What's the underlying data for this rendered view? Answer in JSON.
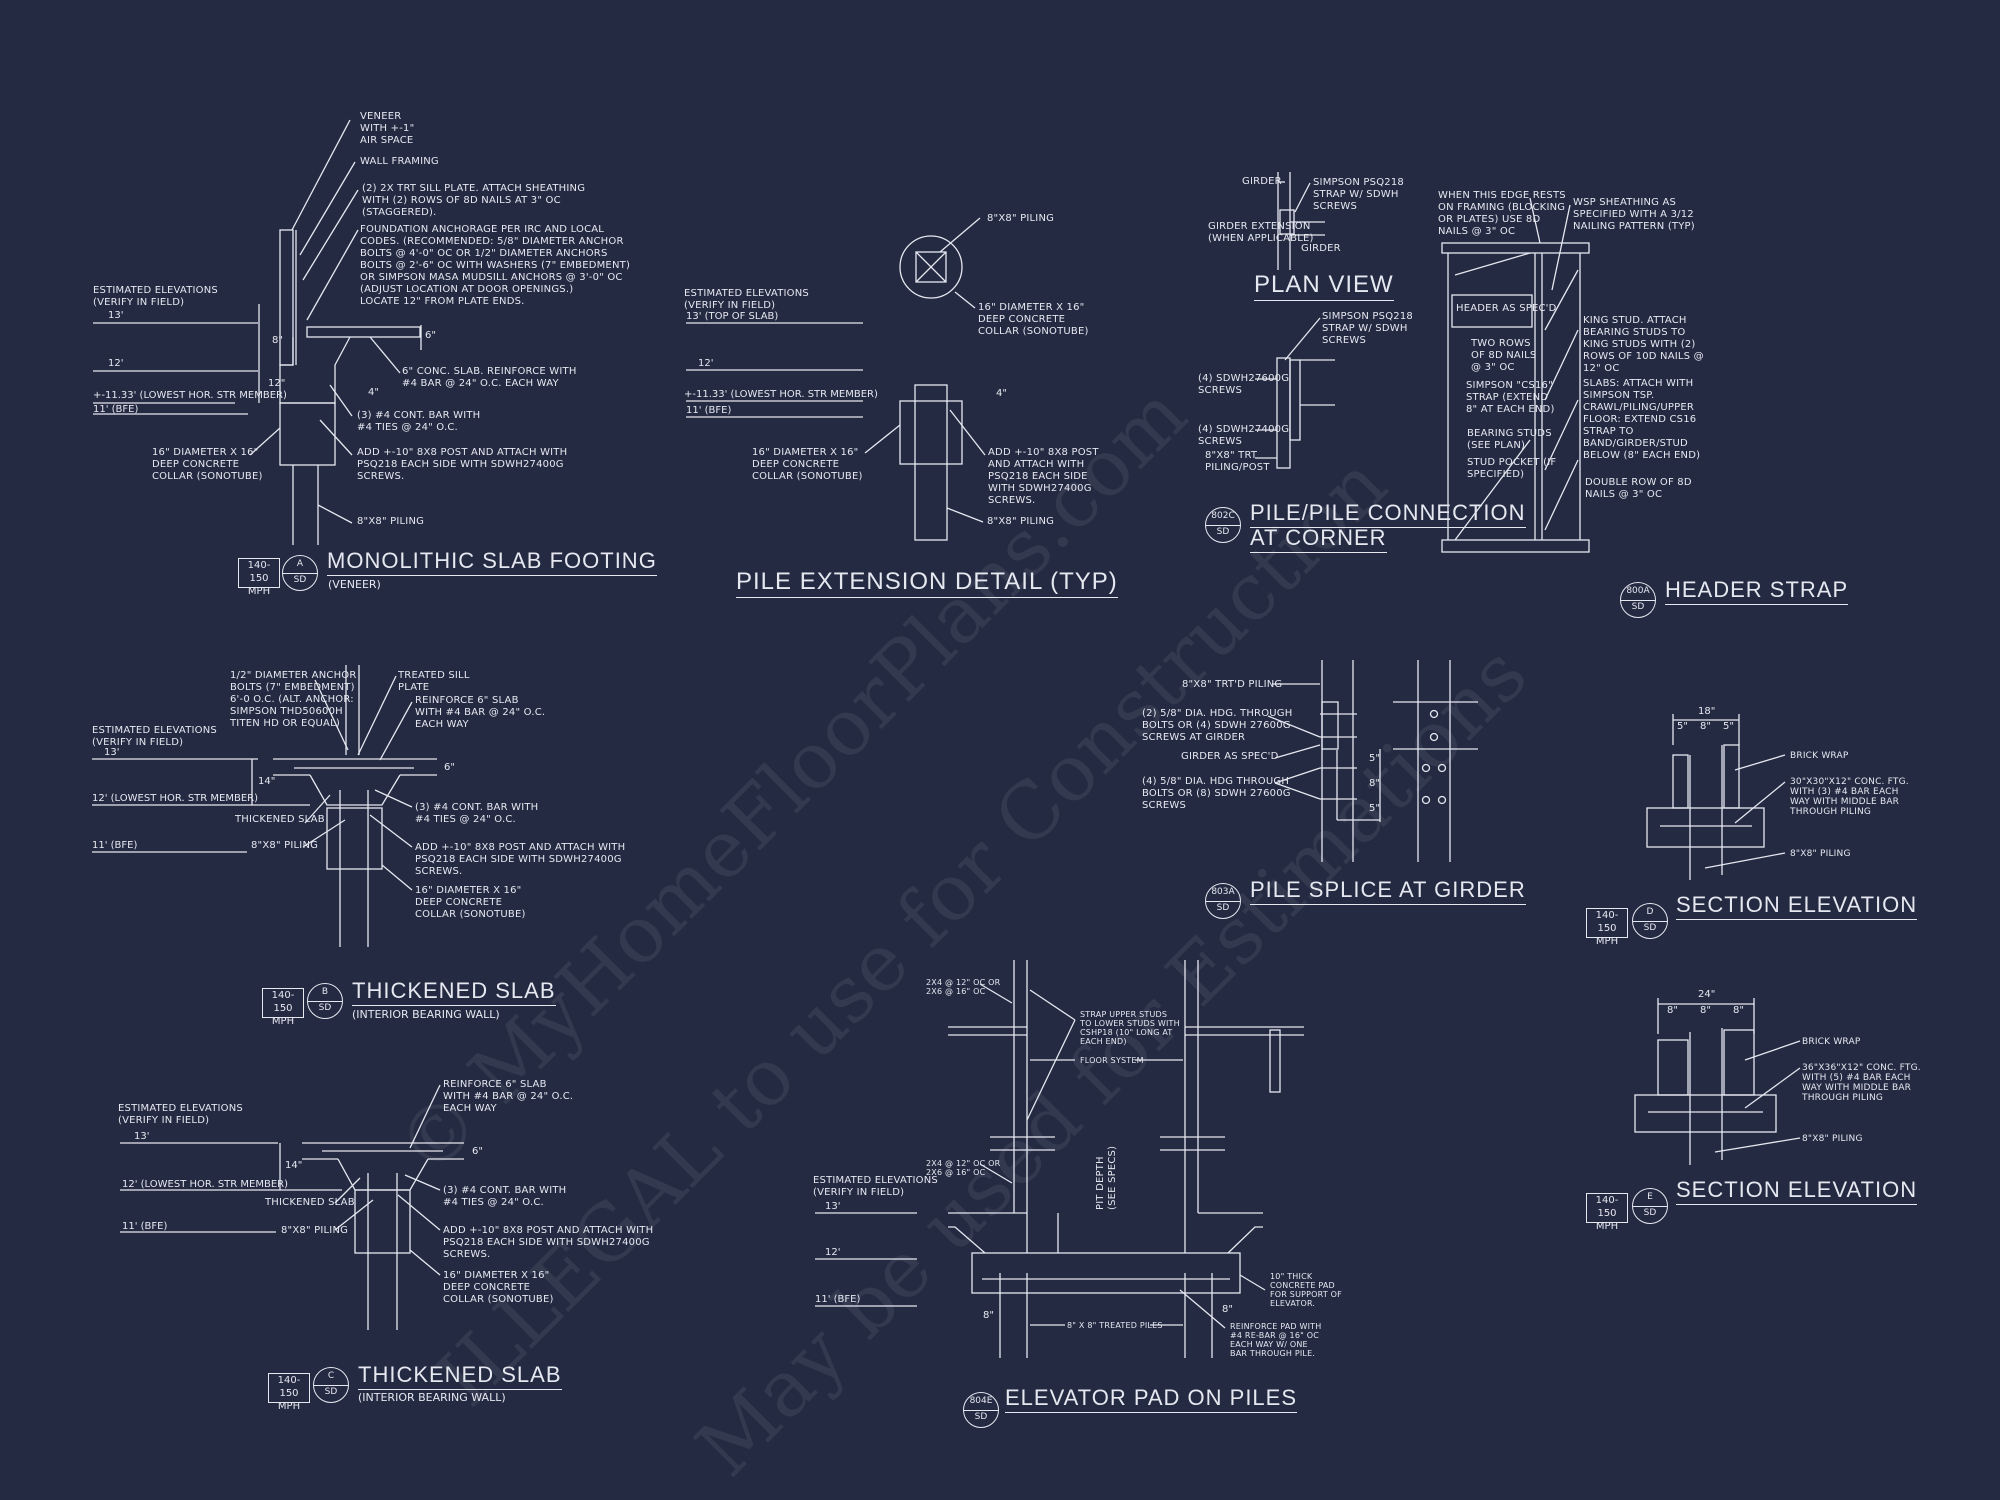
{
  "watermark": [
    "© MyHomeFloorPlans.com",
    "ILLEGAL to use for Construction",
    "May be used for Estimations"
  ],
  "colors": {
    "background": "#242a42",
    "linework": "#e6e8f0"
  },
  "elev_heading": "ESTIMATED ELEVATIONS\n(VERIFY IN FIELD)",
  "detail_a": {
    "title": "MONOLITHIC SLAB FOOTING",
    "subtitle": "(VENEER)",
    "mph": "140-150\nMPH",
    "tag": "A",
    "sheet": "SD",
    "elevations": [
      "13'",
      "12'",
      "+-11.33' (LOWEST HOR. STR MEMBER)",
      "11' (BFE)"
    ],
    "dims": [
      "8\"",
      "12\"",
      "6\"",
      "4\""
    ],
    "labels": {
      "veneer": "VENEER\nWITH +-1\"\nAIR SPACE",
      "wall_framing": "WALL FRAMING",
      "sill_plate": "(2) 2X TRT SILL PLATE. ATTACH SHEATHING\nWITH (2) ROWS OF 8d NAILS AT 3\" OC\n(STAGGERED).",
      "anchorage": "FOUNDATION ANCHORAGE PER IRC AND LOCAL\nCODES. (RECOMMENDED: 5/8\" DIAMETER ANCHOR\nBOLTS @ 4'-0\" OC OR 1/2\" DIAMETER ANCHORS\nBOLTS @ 2'-6\" OC WITH WASHERS (7\" EMBEDMENT)\nOR SIMPSON MASA MUDSILL ANCHORS @ 3'-0\" OC\n(ADJUST LOCATION AT DOOR OPENINGS.)\nLOCATE 12\" FROM PLATE ENDS.",
      "slab": "6\" CONC. SLAB. REINFORCE WITH\n#4 BAR @ 24\" O.C. EACH WAY",
      "cont_bar": "(3) #4 CONT. BAR WITH\n#4 TIES @ 24\" O.C.",
      "post": "ADD +-10\" 8X8 POST AND ATTACH WITH\nPSQ218 EACH SIDE WITH SDWH27400G\nSCREWS.",
      "collar": "16\" DIAMETER x 16\"\nDEEP CONCRETE\nCOLLAR (SONOTUBE)",
      "piling": "8\"x8\" PILING"
    }
  },
  "pile_extension": {
    "title": "PILE EXTENSION DETAIL (TYP)",
    "elevations": [
      "13' (TOP OF SLAB)",
      "12'",
      "+-11.33' (LOWEST HOR. STR MEMBER)",
      "11' (BFE)"
    ],
    "dim": "4\"",
    "labels": {
      "plan_piling": "8\"x8\" PILING",
      "plan_collar": "16\" DIAMETER x 16\"\nDEEP CONCRETE\nCOLLAR (SONOTUBE)",
      "collar": "16\" DIAMETER x 16\"\nDEEP CONCRETE\nCOLLAR (SONOTUBE)",
      "post": "ADD +-10\" 8X8 POST\nAND ATTACH WITH\nPSQ218 EACH SIDE\nWITH SDWH27400G\nSCREWS.",
      "piling": "8\"x8\" PILING"
    }
  },
  "plan_view": {
    "title": "PLAN VIEW",
    "labels": {
      "girder": "GIRDER",
      "strap": "SIMPSON PSQ218\nSTRAP W/ SDWH\nSCREWS",
      "extension": "GIRDER EXTENSION\n(WHEN APPLICABLE)",
      "girder2": "GIRDER"
    }
  },
  "pile_connection": {
    "title_line1": "PILE/PILE CONNECTION",
    "title_line2": "AT CORNER",
    "tag": "802C",
    "sheet": "SD",
    "labels": {
      "strap": "SIMPSON PSQ218\nSTRAP W/ SDWH\nSCREWS",
      "screws1": "(4) SDWH27600G\nSCREWS",
      "screws2": "(4) SDWH27400G\nSCREWS",
      "post": "8\"x8\" TRT\nPILING/POST"
    }
  },
  "header_strap": {
    "title": "HEADER STRAP",
    "tag": "800A",
    "sheet": "SD",
    "labels": {
      "edge": "WHEN THIS EDGE RESTS\nON FRAMING (BLOCKING\nOR PLATES) USE 8d\nNAILS @ 3\" OC",
      "wsp": "WSP SHEATHING AS\nSPECIFIED WITH A 3/12\nNAILING PATTERN (TYP)",
      "header": "HEADER AS SPEC'D",
      "two_rows": "TWO ROWS\nOF 8d NAILS\n@ 3\" OC",
      "cs16": "SIMPSON \"CS16\"\nSTRAP (EXTEND\n8\" AT EACH END)",
      "bearing": "BEARING STUDS\n(SEE PLAN)",
      "pocket": "STUD POCKET (IF\nSPECIFIED)",
      "king": "KING STUD. ATTACH\nBEARING STUDS TO\nKING STUDS WITH (2)\nROWS OF 10d NAILS @\n12\" OC",
      "slabs": "SLABS: ATTACH WITH\nSIMPSON TSP.\nCRAWL/PILING/UPPER\nFLOOR: EXTEND CS16\nSTRAP TO\nBAND/GIRDER/STUD\nBELOW (8\" EACH END)",
      "double": "DOUBLE ROW OF 8d\nNAILS @ 3\" OC"
    }
  },
  "detail_b": {
    "title": "THICKENED SLAB",
    "subtitle": "(INTERIOR BEARING WALL)",
    "mph": "140-150\nMPH",
    "tag": "B",
    "sheet": "SD",
    "elevations": [
      "13'",
      "12' (LOWEST HOR. STR MEMBER)",
      "11' (BFE)"
    ],
    "dims": [
      "14\"",
      "6\""
    ],
    "labels": {
      "anchor": "1/2\" DIAMETER ANCHOR\nBOLTS (7\" EMBEDMENT)\n6'-0 O.C. (ALT. ANCHOR:\nSIMPSON THD50600H\nTITEN HD OR EQUAL)",
      "sill": "TREATED SILL\nPLATE",
      "reinforce": "REINFORCE 6\" SLAB\nWITH #4 BAR @ 24\" O.C.\nEACH WAY",
      "cont_bar": "(3) #4 CONT. BAR WITH\n#4 TIES @ 24\" O.C.",
      "thickened": "THICKENED SLAB",
      "piling": "8\"x8\" PILING",
      "post": "ADD +-10\" 8X8 POST AND ATTACH WITH\nPSQ218 EACH SIDE WITH SDWH27400G\nSCREWS.",
      "collar": "16\" DIAMETER x 16\"\nDEEP CONCRETE\nCOLLAR (SONOTUBE)"
    }
  },
  "detail_c": {
    "title": "THICKENED SLAB",
    "subtitle": "(INTERIOR BEARING WALL)",
    "mph": "140-150\nMPH",
    "tag": "C",
    "sheet": "SD",
    "elevations": [
      "13'",
      "12' (LOWEST HOR. STR MEMBER)",
      "11' (BFE)"
    ],
    "dims": [
      "14\"",
      "6\""
    ],
    "labels": {
      "reinforce": "REINFORCE 6\" SLAB\nWITH #4 BAR @ 24\" O.C.\nEACH WAY",
      "cont_bar": "(3) #4 CONT. BAR WITH\n#4 TIES @ 24\" O.C.",
      "thickened": "THICKENED SLAB",
      "piling": "8\"x8\" PILING",
      "post": "ADD +-10\" 8X8 POST AND ATTACH WITH\nPSQ218 EACH SIDE WITH SDWH27400G\nSCREWS.",
      "collar": "16\" DIAMETER x 16\"\nDEEP CONCRETE\nCOLLAR (SONOTUBE)"
    }
  },
  "pile_splice": {
    "title": "PILE SPLICE AT GIRDER",
    "tag": "803A",
    "sheet": "SD",
    "dims": [
      "5\"",
      "8\"",
      "5\""
    ],
    "labels": {
      "piling": "8\"x8\" TRT'D PILING",
      "bolts2": "(2) 5/8\" DIA. HDG. THROUGH\nBOLTS OR (4) SDWH 27600G\nSCREWS AT GIRDER",
      "girder": "GIRDER AS SPEC'D",
      "bolts4": "(4) 5/8\" DIA. HDG THROUGH\nBOLTS OR (8) SDWH 27600G\nSCREWS"
    }
  },
  "elevator_pad": {
    "title": "ELEVATOR PAD ON PILES",
    "tag": "804E",
    "sheet": "SD",
    "elevations": [
      "13'",
      "12'",
      "11' (BFE)"
    ],
    "dims": [
      "8\"",
      "8\""
    ],
    "labels": {
      "studs_upper": "2x4 @ 12\" OC OR\n2x6 @ 16\" OC",
      "strap": "STRAP UPPER STUDS\nTO LOWER STUDS WITH\nCSHP18 (10\" LONG AT\nEACH END)",
      "floor": "FLOOR SYSTEM",
      "studs_lower": "2x4 @ 12\" OC OR\n2x6 @ 16\" OC",
      "pit": "PIT DEPTH\n(SEE SPECS)",
      "pad": "10\" THICK\nCONCRETE PAD\nFOR SUPPORT OF\nELEVATOR.",
      "piles": "8\" X 8\" TREATED PILES",
      "rebar": "REINFORCE PAD WITH\n#4 RE-BAR @ 16\" OC\nEACH WAY W/ ONE\nBAR THROUGH PILE."
    }
  },
  "section_d": {
    "title": "SECTION ELEVATION",
    "mph": "140-150\nMPH",
    "tag": "D",
    "sheet": "SD",
    "dims": [
      "18\"",
      "5\"",
      "8\"",
      "5\""
    ],
    "labels": {
      "brick": "BRICK WRAP",
      "ftg": "30\"x30\"x12\" CONC. FTG.\nWITH (3) #4 BAR EACH\nWAY WITH MIDDLE BAR\nTHROUGH PILING",
      "piling": "8\"x8\" PILING"
    }
  },
  "section_e": {
    "title": "SECTION ELEVATION",
    "mph": "140-150\nMPH",
    "tag": "E",
    "sheet": "SD",
    "dims": [
      "24\"",
      "8\"",
      "8\"",
      "8\""
    ],
    "labels": {
      "brick": "BRICK WRAP",
      "ftg": "36\"x36\"x12\" CONC. FTG.\nWITH (5) #4 BAR EACH\nWAY WITH MIDDLE BAR\nTHROUGH PILING",
      "piling": "8\"x8\" PILING"
    }
  }
}
